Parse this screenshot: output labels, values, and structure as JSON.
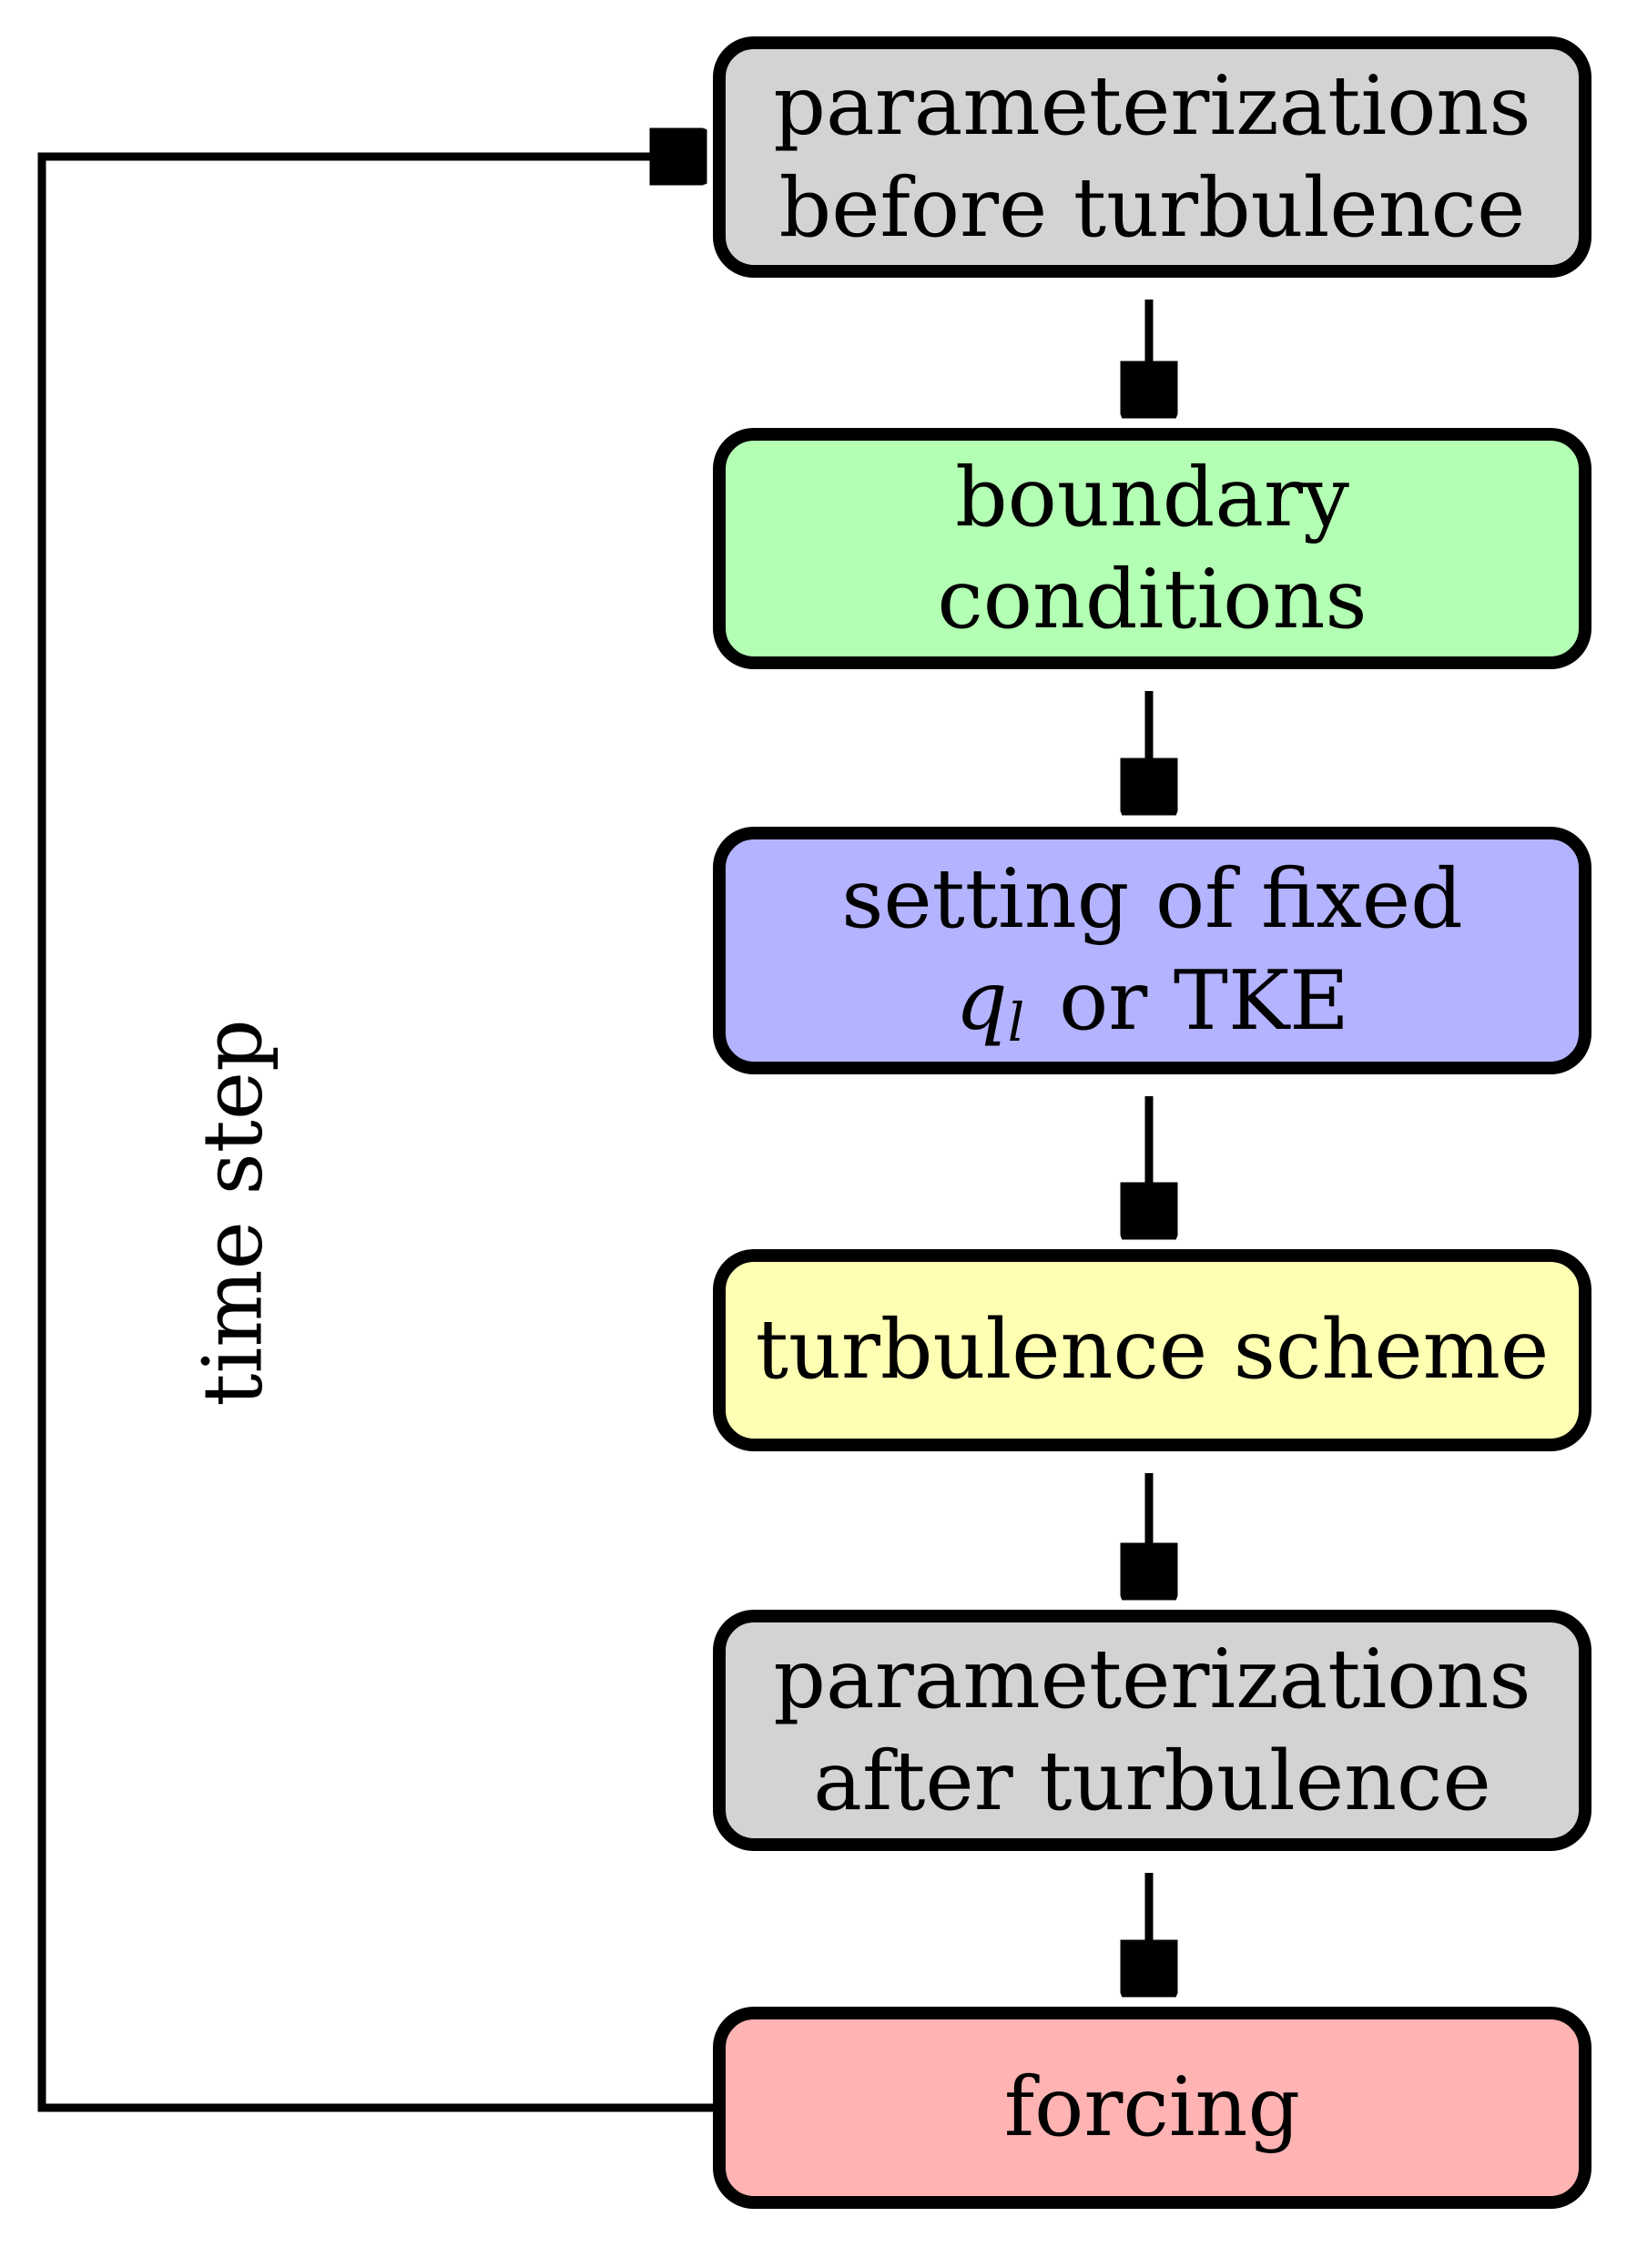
{
  "diagram": {
    "type": "flowchart",
    "loop_label": "time step",
    "colors": {
      "background": "#ffffff",
      "stroke": "#000000",
      "gray": "#d3d3d3",
      "green": "#b3ffb3",
      "purple": "#b3b3ff",
      "yellow": "#ffffb3",
      "red": "#ffb3b3"
    },
    "nodes": [
      {
        "name": "parameterizations-before-turbulence",
        "fill": "#d3d3d3",
        "lines": [
          "parameterizations",
          "before turbulence"
        ]
      },
      {
        "name": "boundary-conditions",
        "fill": "#b3ffb3",
        "lines": [
          "boundary",
          "conditions"
        ]
      },
      {
        "name": "setting-of-fixed-ql-or-tke",
        "fill": "#b3b3ff",
        "lines": [
          "setting of fixed"
        ],
        "math": {
          "var": "q",
          "sub": "l",
          "rest": "or TKE"
        }
      },
      {
        "name": "turbulence-scheme",
        "fill": "#ffffb3",
        "lines": [
          "turbulence scheme"
        ]
      },
      {
        "name": "parameterizations-after-turbulence",
        "fill": "#d3d3d3",
        "lines": [
          "parameterizations",
          "after turbulence"
        ]
      },
      {
        "name": "forcing",
        "fill": "#ffb3b3",
        "lines": [
          "forcing"
        ]
      }
    ],
    "flow": [
      "parameterizations-before-turbulence -> boundary-conditions",
      "boundary-conditions -> setting-of-fixed-ql-or-tke",
      "setting-of-fixed-ql-or-tke -> turbulence-scheme",
      "turbulence-scheme -> parameterizations-after-turbulence",
      "parameterizations-after-turbulence -> forcing",
      "forcing -> parameterizations-before-turbulence (time step loop)"
    ]
  }
}
